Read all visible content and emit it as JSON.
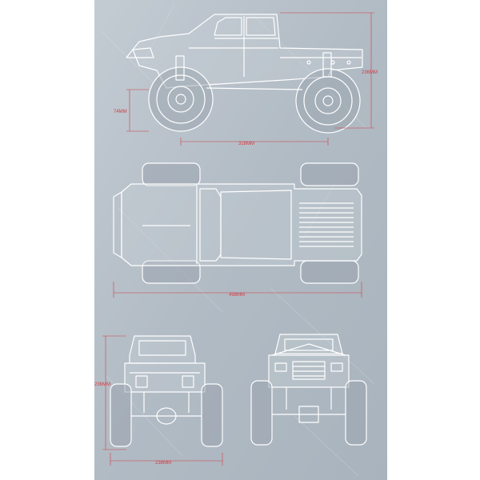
{
  "dimensions": {
    "height_side": "236MM",
    "ground_clearance": "74MM",
    "wheelbase": "318MM",
    "overall_length": "498MM",
    "height_rear": "236MM",
    "track_width": "238MM"
  },
  "colors": {
    "background": "#ffffff",
    "sheet": "#b7c0c8",
    "line": "#ffffff",
    "dimension": "#d23c44"
  }
}
